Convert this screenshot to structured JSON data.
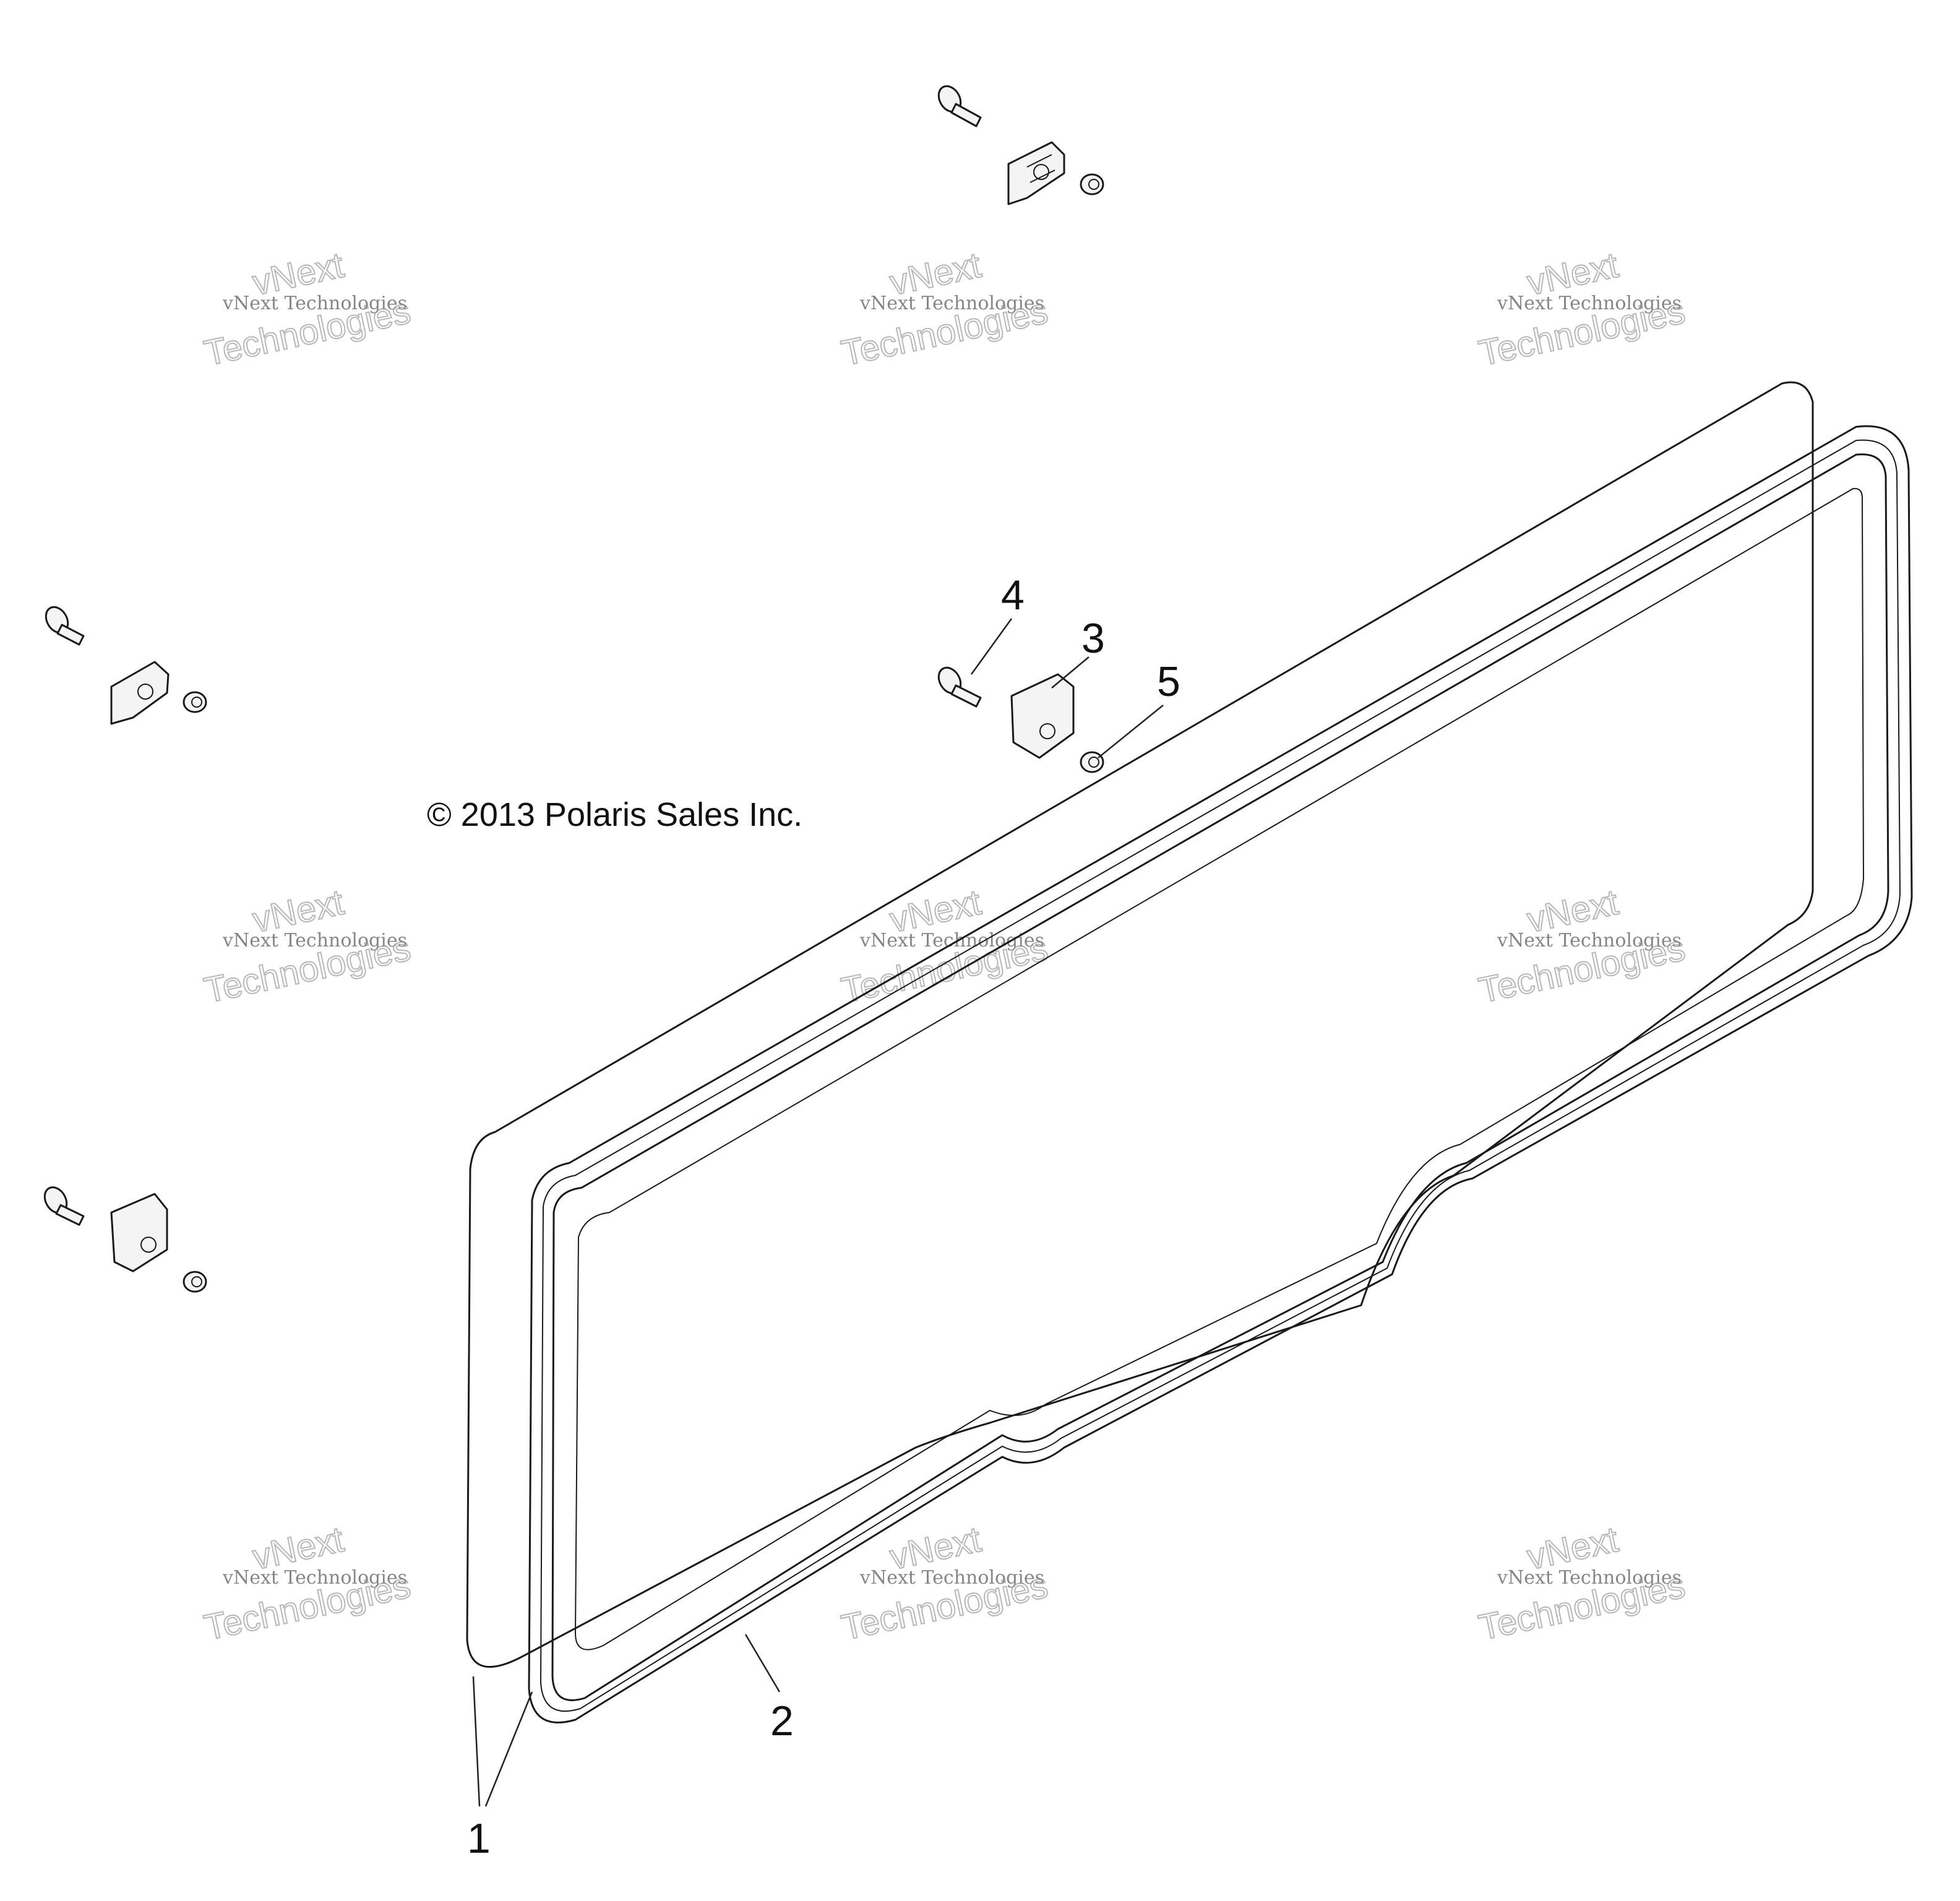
{
  "copyright": "© 2013 Polaris Sales Inc.",
  "watermark": {
    "line_small": "vNext Technologies",
    "line_top": "vNext",
    "line_big": "Technologies"
  },
  "callouts": [
    {
      "id": "1",
      "label": "1"
    },
    {
      "id": "2",
      "label": "2"
    },
    {
      "id": "3",
      "label": "3"
    },
    {
      "id": "4",
      "label": "4"
    },
    {
      "id": "5",
      "label": "5"
    }
  ],
  "colors": {
    "line": "#1a1a1a",
    "watermark": "#9a9a9a",
    "background": "#ffffff"
  }
}
